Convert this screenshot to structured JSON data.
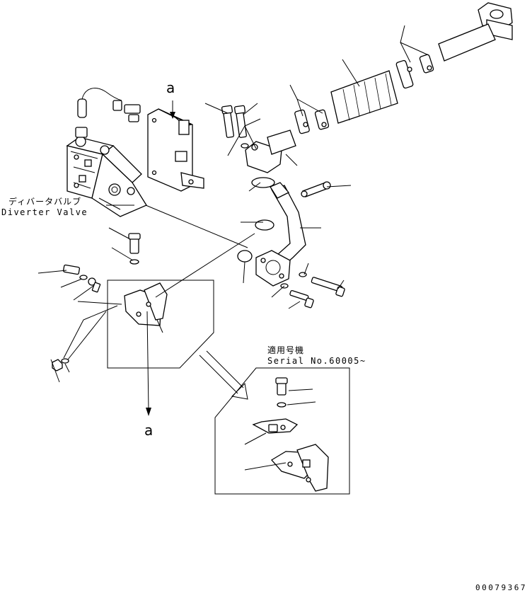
{
  "diverter_valve": {
    "label_jp": "ディバータバルブ",
    "label_en": "Diverter Valve"
  },
  "reference_marks": {
    "top": "a",
    "bottom": "a"
  },
  "serial_box": {
    "label_jp": "適用号機",
    "label_en": "Serial No.60005~"
  },
  "drawing_code": "00079367"
}
